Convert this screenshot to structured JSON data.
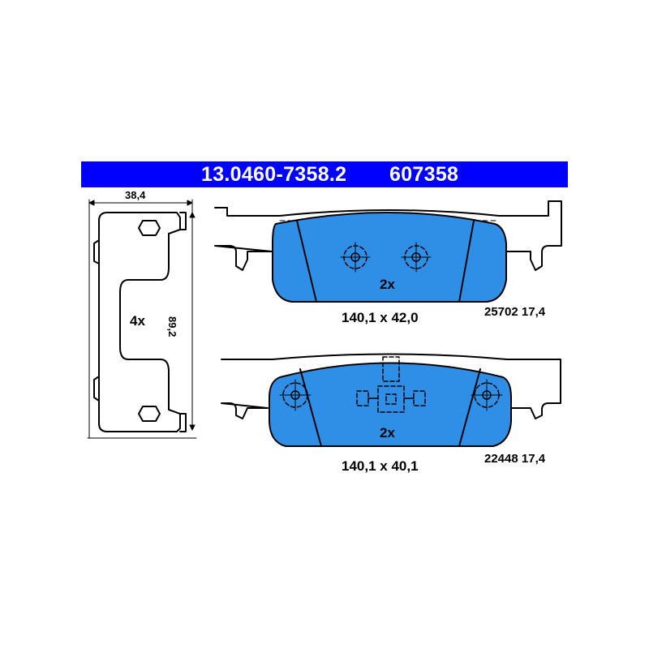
{
  "header": {
    "part_number": "13.0460-7358.2",
    "ref_number": "607358",
    "bar_color": "#0000ff",
    "text_color": "#ffffff"
  },
  "spring_clip": {
    "width_dim": "38,4",
    "height_dim": "89,2",
    "quantity": "4x"
  },
  "pad_top": {
    "quantity": "2x",
    "dimensions": "140,1 x 42,0",
    "spec": "25702 17,4"
  },
  "pad_bottom": {
    "quantity": "2x",
    "dimensions": "140,1 x 40,1",
    "spec": "22448 17,4"
  },
  "colors": {
    "pad_fill": "#2f8fe6",
    "line": "#000000"
  }
}
